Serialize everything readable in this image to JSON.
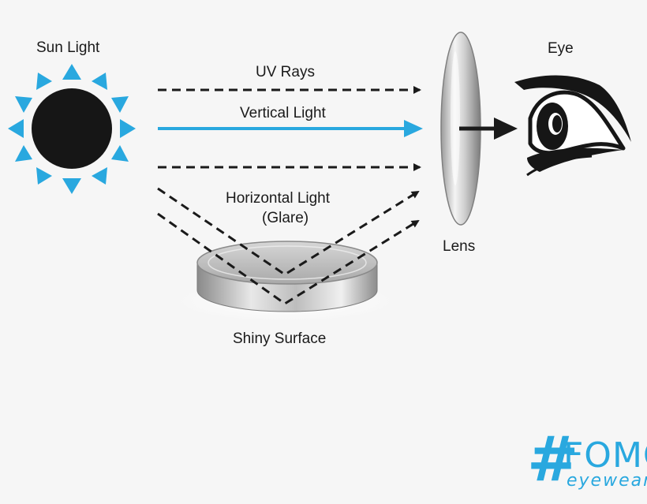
{
  "labels": {
    "sun": "Sun Light",
    "eye": "Eye",
    "uv": "UV Rays",
    "vertical": "Vertical Light",
    "horizontal_1": "Horizontal Light",
    "horizontal_2": "(Glare)",
    "lens": "Lens",
    "surface": "Shiny Surface"
  },
  "brand": {
    "hash": "#",
    "name": "FOMO",
    "sub": "eyewear"
  },
  "colors": {
    "accent": "#29a8df",
    "ink": "#1a1a1a",
    "background": "#f6f6f6"
  }
}
